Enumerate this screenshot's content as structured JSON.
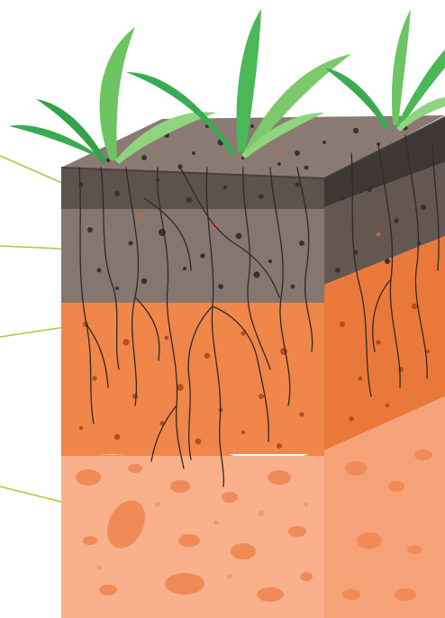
{
  "diagram": {
    "subject": "soil-profile-cross-section",
    "layers": [
      {
        "id": "humus-layer",
        "color": "#5e524c"
      },
      {
        "id": "topsoil-layer",
        "color": "#857670"
      },
      {
        "id": "subsoil-layer",
        "color": "#f0864a"
      },
      {
        "id": "parent-material-layer",
        "color": "#f9b08b"
      }
    ],
    "leader_lines": {
      "count": 4,
      "color": "#a7cc3c"
    },
    "plants": {
      "count": 3,
      "leaf_colors": [
        "#3aab52",
        "#6cc462",
        "#8fd47e"
      ]
    },
    "root_color": "#2f2a28"
  }
}
